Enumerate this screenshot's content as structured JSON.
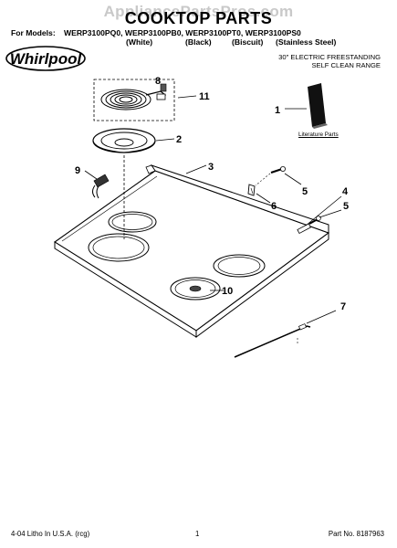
{
  "watermark": "AppliancePartsPros.com",
  "title": "COOKTOP PARTS",
  "models_label": "For Models:",
  "models": "WERP3100PQ0, WERP3100PB0, WERP3100PT0, WERP3100PS0",
  "variants": [
    "(White)",
    "(Black)",
    "(Biscuit)",
    "(Stainless Steel)"
  ],
  "brand": "Whirlpool",
  "range_line1": "30\" ELECTRIC FREESTANDING",
  "range_line2": "SELF CLEAN RANGE",
  "literature_label": "Literature Parts",
  "callouts": [
    "1",
    "2",
    "3",
    "4",
    "5",
    "5",
    "6",
    "7",
    "8",
    "9",
    "10",
    "11"
  ],
  "footer_left": "4-04 Litho In U.S.A. (rcg)",
  "footer_center": "1",
  "footer_right": "Part No. 8187963"
}
